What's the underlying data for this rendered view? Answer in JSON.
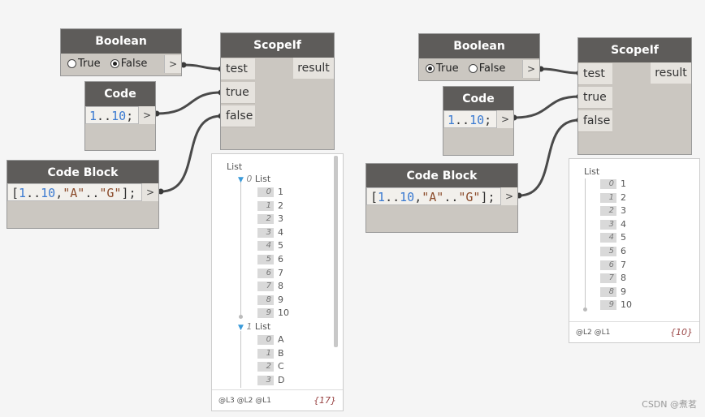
{
  "left": {
    "boolean": {
      "title": "Boolean",
      "true_label": "True",
      "false_label": "False",
      "selected": "False",
      "port": ">"
    },
    "code_block_1": {
      "title": "Code Block",
      "tokens": [
        {
          "t": "1",
          "c": "num"
        },
        {
          "t": "..",
          "c": "plain"
        },
        {
          "t": "10",
          "c": "num"
        },
        {
          "t": ";",
          "c": "plain"
        }
      ],
      "port": ">"
    },
    "code_block_2": {
      "title": "Code Block",
      "tokens": [
        {
          "t": "[",
          "c": "plain"
        },
        {
          "t": "1",
          "c": "num"
        },
        {
          "t": "..",
          "c": "plain"
        },
        {
          "t": "10",
          "c": "num"
        },
        {
          "t": ",",
          "c": "plain"
        },
        {
          "t": "\"A\"",
          "c": "str"
        },
        {
          "t": "..",
          "c": "plain"
        },
        {
          "t": "\"G\"",
          "c": "str"
        },
        {
          "t": "];",
          "c": "plain"
        }
      ],
      "port": ">"
    },
    "scopeif": {
      "title": "ScopeIf",
      "inputs": [
        "test",
        "true",
        "false"
      ],
      "output": "result"
    },
    "preview": {
      "root_label": "List",
      "sublists": [
        {
          "index": "0",
          "label": "List",
          "items": [
            [
              "0",
              "1"
            ],
            [
              "1",
              "2"
            ],
            [
              "2",
              "3"
            ],
            [
              "3",
              "4"
            ],
            [
              "4",
              "5"
            ],
            [
              "5",
              "6"
            ],
            [
              "6",
              "7"
            ],
            [
              "7",
              "8"
            ],
            [
              "8",
              "9"
            ],
            [
              "9",
              "10"
            ]
          ]
        },
        {
          "index": "1",
          "label": "List",
          "items": [
            [
              "0",
              "A"
            ],
            [
              "1",
              "B"
            ],
            [
              "2",
              "C"
            ],
            [
              "3",
              "D"
            ]
          ]
        }
      ],
      "levels": "@L3 @L2 @L1",
      "count": "{17}"
    }
  },
  "right": {
    "boolean": {
      "title": "Boolean",
      "true_label": "True",
      "false_label": "False",
      "selected": "True",
      "port": ">"
    },
    "code_block_1": {
      "title": "Code Block",
      "tokens": [
        {
          "t": "1",
          "c": "num"
        },
        {
          "t": "..",
          "c": "plain"
        },
        {
          "t": "10",
          "c": "num"
        },
        {
          "t": ";",
          "c": "plain"
        }
      ],
      "port": ">"
    },
    "code_block_2": {
      "title": "Code Block",
      "tokens": [
        {
          "t": "[",
          "c": "plain"
        },
        {
          "t": "1",
          "c": "num"
        },
        {
          "t": "..",
          "c": "plain"
        },
        {
          "t": "10",
          "c": "num"
        },
        {
          "t": ",",
          "c": "plain"
        },
        {
          "t": "\"A\"",
          "c": "str"
        },
        {
          "t": "..",
          "c": "plain"
        },
        {
          "t": "\"G\"",
          "c": "str"
        },
        {
          "t": "];",
          "c": "plain"
        }
      ],
      "port": ">"
    },
    "scopeif": {
      "title": "ScopeIf",
      "inputs": [
        "test",
        "true",
        "false"
      ],
      "output": "result"
    },
    "preview": {
      "root_label": "List",
      "items": [
        [
          "0",
          "1"
        ],
        [
          "1",
          "2"
        ],
        [
          "2",
          "3"
        ],
        [
          "3",
          "4"
        ],
        [
          "4",
          "5"
        ],
        [
          "5",
          "6"
        ],
        [
          "6",
          "7"
        ],
        [
          "7",
          "8"
        ],
        [
          "8",
          "9"
        ],
        [
          "9",
          "10"
        ]
      ],
      "levels": "@L2 @L1",
      "count": "{10}"
    }
  },
  "watermark": "CSDN @煮茗"
}
